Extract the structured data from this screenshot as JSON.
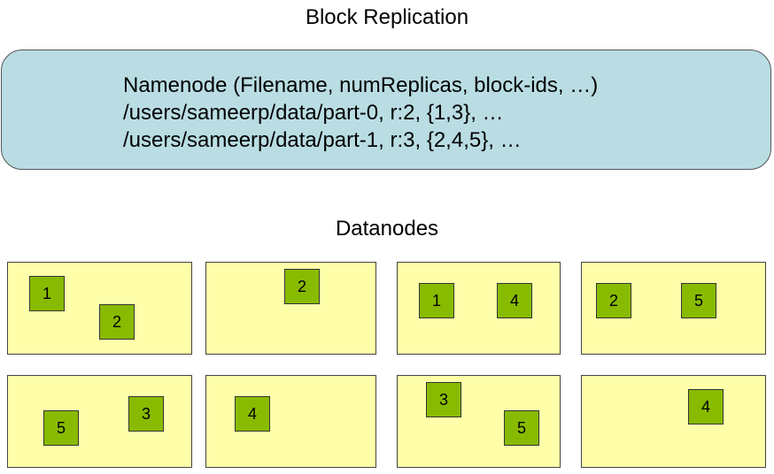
{
  "title": "Block Replication",
  "namenode": {
    "lines": [
      "Namenode (Filename, numReplicas, block-ids, …)",
      "/users/sameerp/data/part-0, r:2, {1,3}, …",
      "/users/sameerp/data/part-1, r:3, {2,4,5}, …"
    ]
  },
  "datanodes_label": "Datanodes",
  "colors": {
    "namenode_fill": "#b9dde3",
    "datanode_fill": "#ffffaa",
    "block_fill": "#88bb00"
  },
  "datanodes": [
    {
      "blocks": [
        "1",
        "2"
      ]
    },
    {
      "blocks": [
        "2"
      ]
    },
    {
      "blocks": [
        "1",
        "4"
      ]
    },
    {
      "blocks": [
        "2",
        "5"
      ]
    },
    {
      "blocks": [
        "5",
        "3"
      ]
    },
    {
      "blocks": [
        "4"
      ]
    },
    {
      "blocks": [
        "3",
        "5"
      ]
    },
    {
      "blocks": [
        "4"
      ]
    }
  ]
}
